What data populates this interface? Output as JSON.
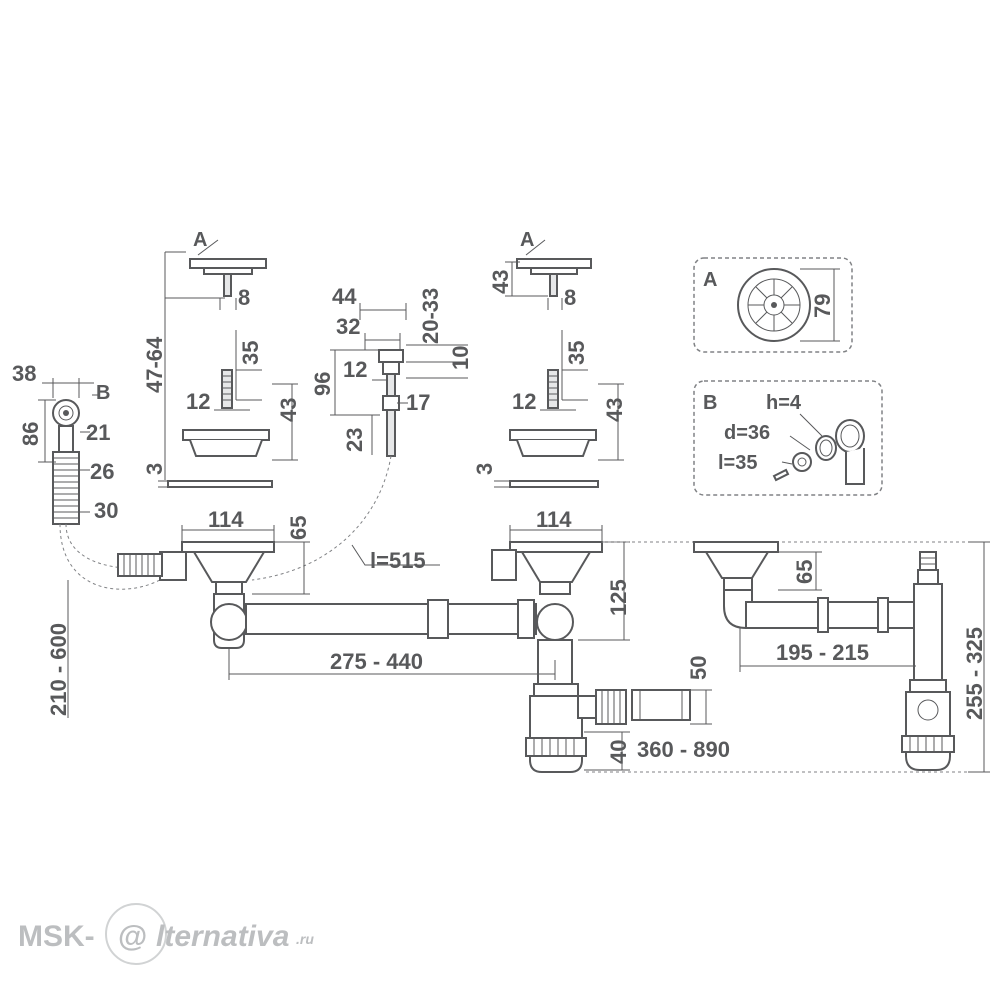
{
  "labels": {
    "A": "A",
    "B": "B"
  },
  "dimensions": {
    "overflow_width": "38",
    "overflow_height": "86",
    "overflow_21": "21",
    "overflow_26": "26",
    "overflow_30": "30",
    "hose_range": "210 - 600",
    "strainer_height_range": "47-64",
    "plug_leg_left": "8",
    "bolt_35_left": "35",
    "bolt_12_left": "12",
    "basket_43_left": "43",
    "gasket_3_left": "3",
    "outlet_114_left": "114",
    "outlet_65_left": "65",
    "cable_length": "l=515",
    "knob_44": "44",
    "knob_32": "32",
    "knob_20_33": "20-33",
    "knob_10": "10",
    "knob_96": "96",
    "knob_12": "12",
    "knob_17": "17",
    "knob_23": "23",
    "plug_43_right": "43",
    "plug_leg_right": "8",
    "bolt_35_right": "35",
    "bolt_12_right": "12",
    "basket_43_right": "43",
    "gasket_3_right": "3",
    "outlet_114_right": "114",
    "pipe_275_440": "275 - 440",
    "trap_125": "125",
    "side_50": "50",
    "side_40": "40",
    "hose_360_890": "360 - 890",
    "alt_65": "65",
    "alt_195_215": "195 - 215",
    "total_255_325": "255 - 325",
    "detail_a_79": "79",
    "detail_b_h": "h=4",
    "detail_b_d": "d=36",
    "detail_b_l": "l=35"
  },
  "watermark": {
    "prefix": "MSK-",
    "at": "@",
    "suffix": "lternativa",
    "tld": ".ru"
  }
}
